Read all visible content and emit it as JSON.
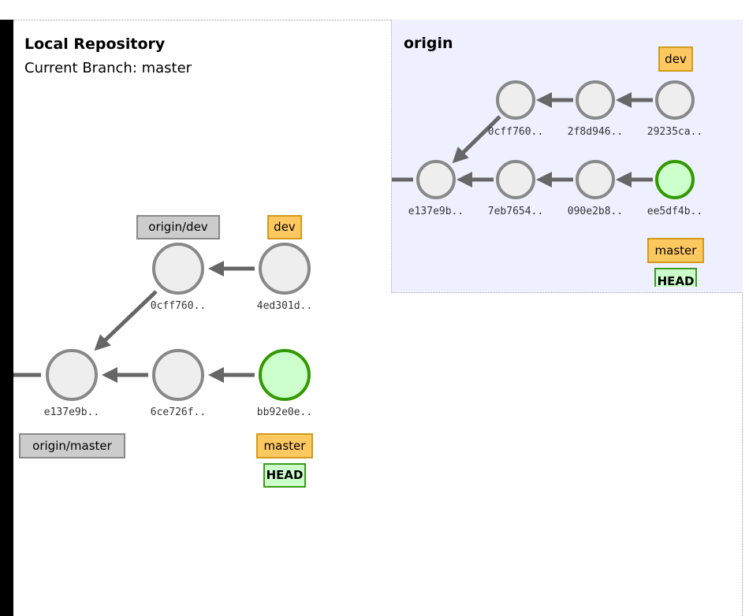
{
  "local": {
    "title": "Local Repository",
    "current_branch_label": "Current Branch: master",
    "commits": {
      "c1": "e137e9b..",
      "c2": "6ce726f..",
      "c3": "bb92e0e..",
      "c4": "0cff760..",
      "c5": "4ed301d.."
    },
    "labels": {
      "origin_dev": "origin/dev",
      "dev": "dev",
      "origin_master": "origin/master",
      "master": "master",
      "head": "HEAD"
    }
  },
  "origin": {
    "title": "origin",
    "commits": {
      "c1": "e137e9b..",
      "c2": "7eb7654..",
      "c3": "090e2b8..",
      "c4": "ee5df4b..",
      "c5": "0cff760..",
      "c6": "2f8d946..",
      "c7": "29235ca.."
    },
    "labels": {
      "dev": "dev",
      "master": "master",
      "head": "HEAD"
    }
  },
  "colors": {
    "commit_fill": "#eeeeee",
    "commit_stroke": "#888888",
    "head_fill": "#ccffcc",
    "head_stroke": "#339900",
    "arrow": "#666666",
    "branch_fill": "#fdc860",
    "remote_fill": "#cccccc",
    "origin_bg": "#eef0ff"
  }
}
